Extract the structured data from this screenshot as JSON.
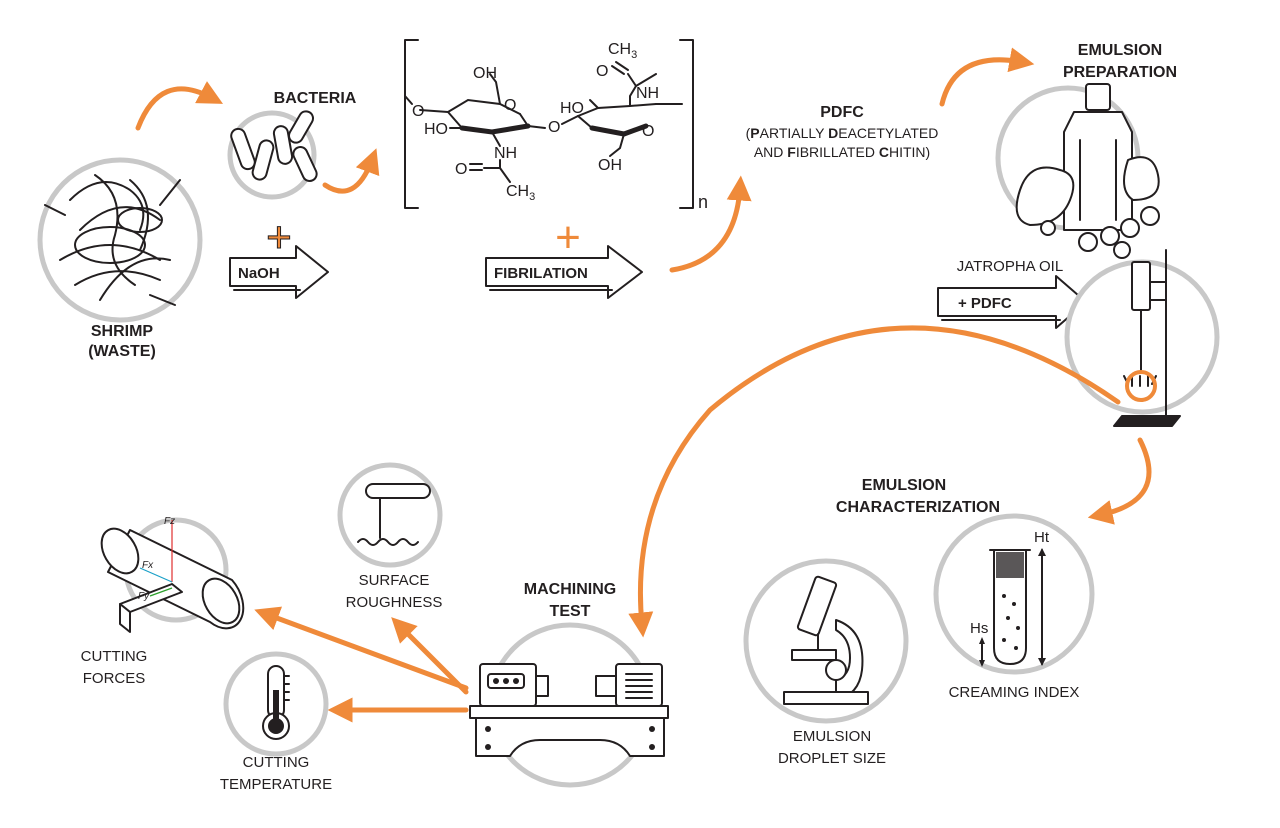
{
  "colors": {
    "accent": "#ef8a3a",
    "ink": "#231f20",
    "ring": "#c8c8c8"
  },
  "labels": {
    "shrimp": [
      "SHRIMP",
      "(WASTE)"
    ],
    "bacteria": "BACTERIA",
    "naoh": "NaOH",
    "fibrilation": "FIBRILATION",
    "pdfc_title": "PDFC",
    "pdfc_line1": [
      "(",
      "P",
      "ARTIALLY ",
      "D",
      "EACETYLATED"
    ],
    "pdfc_line2": [
      "AND ",
      "F",
      "IBRILLATED ",
      "C",
      "HITIN)"
    ],
    "emulsion_preparation": [
      "EMULSION",
      "PREPARATION"
    ],
    "jatropha_oil": "JATROPHA OIL",
    "plus_pdfc": "+ PDFC",
    "emulsion_characterization": [
      "EMULSION",
      "CHARACTERIZATION"
    ],
    "creaming_index": "CREAMING INDEX",
    "ht": "Ht",
    "hs": "Hs",
    "droplet_size": [
      "EMULSION",
      "DROPLET SIZE"
    ],
    "machining_test": [
      "MACHINING",
      "TEST"
    ],
    "surface_roughness": [
      "SURFACE",
      "ROUGHNESS"
    ],
    "cutting_forces": [
      "CUTTING",
      "FORCES"
    ],
    "cutting_temperature": [
      "CUTTING",
      "TEMPERATURE"
    ],
    "fz": "Fz",
    "fx": "Fx",
    "fy": "Fy"
  },
  "chemistry": {
    "oh_top": "OH",
    "ho_left": "HO",
    "nh_left": "NH",
    "o_c_left": "O",
    "ch3_left": "CH",
    "sub3": "3",
    "ch3_top": "CH",
    "o_top": "O",
    "nh_right": "NH",
    "ho_right": "HO",
    "oh_bottom": "OH",
    "ring_o_left": "O",
    "ring_o_right": "O",
    "bridge_o": "O",
    "chain_o_left": "O",
    "repeat_n": "n",
    "plus_symbol": "+"
  }
}
